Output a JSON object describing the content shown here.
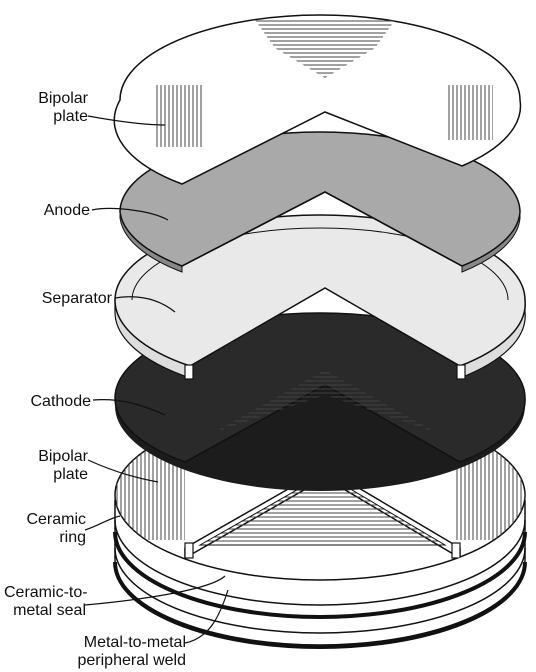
{
  "labels": {
    "bipolar_plate_top": [
      "Bipolar",
      "plate"
    ],
    "anode": "Anode",
    "separator": "Separator",
    "cathode": "Cathode",
    "bipolar_plate_bottom": [
      "Bipolar",
      "plate"
    ],
    "ceramic_ring": [
      "Ceramic",
      "ring"
    ],
    "ceramic_to_metal_seal": [
      "Ceramic-to-",
      "metal seal"
    ],
    "metal_to_metal_weld": [
      "Metal-to-metal",
      "peripheral weld"
    ]
  },
  "colors": {
    "outline": "#111111",
    "plate_face": "#ffffff",
    "anode_face": "#a9a9a9",
    "separator_face": "#e9e9e9",
    "cathode_face": "#2a2a2a",
    "hatch": "#444444"
  }
}
